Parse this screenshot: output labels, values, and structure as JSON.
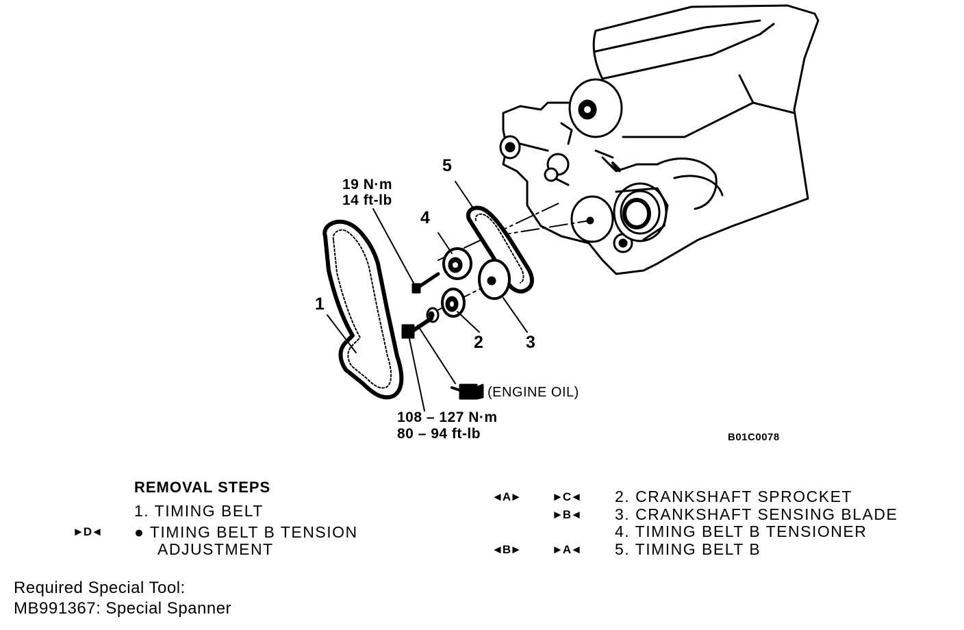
{
  "diagram": {
    "torque_upper": [
      "19 N·m",
      "14 ft-lb"
    ],
    "torque_lower": [
      "108 – 127 N·m",
      "80 – 94 ft-lb"
    ],
    "oil_note": "(ENGINE OIL)",
    "figure_code": "B01C0078",
    "callouts": [
      "1",
      "2",
      "3",
      "4",
      "5"
    ]
  },
  "removal_steps": {
    "title": "REMOVAL STEPS",
    "left": [
      {
        "mark": "",
        "text": "1. TIMING BELT"
      },
      {
        "mark": "►D◄",
        "text": "●  TIMING BELT B TENSION"
      },
      {
        "mark": "",
        "text": "ADJUSTMENT"
      }
    ],
    "right": [
      {
        "removal_mark": "◄A►",
        "install_mark": "►C◄",
        "text": "2. CRANKSHAFT SPROCKET"
      },
      {
        "removal_mark": "",
        "install_mark": "►B◄",
        "text": "3. CRANKSHAFT SENSING BLADE"
      },
      {
        "removal_mark": "",
        "install_mark": "",
        "text": "4. TIMING BELT B TENSIONER"
      },
      {
        "removal_mark": "◄B►",
        "install_mark": "►A◄",
        "text": "5. TIMING BELT B"
      }
    ]
  },
  "special_tool": {
    "line1": "Required Special Tool:",
    "line2": "MB991367: Special Spanner"
  }
}
